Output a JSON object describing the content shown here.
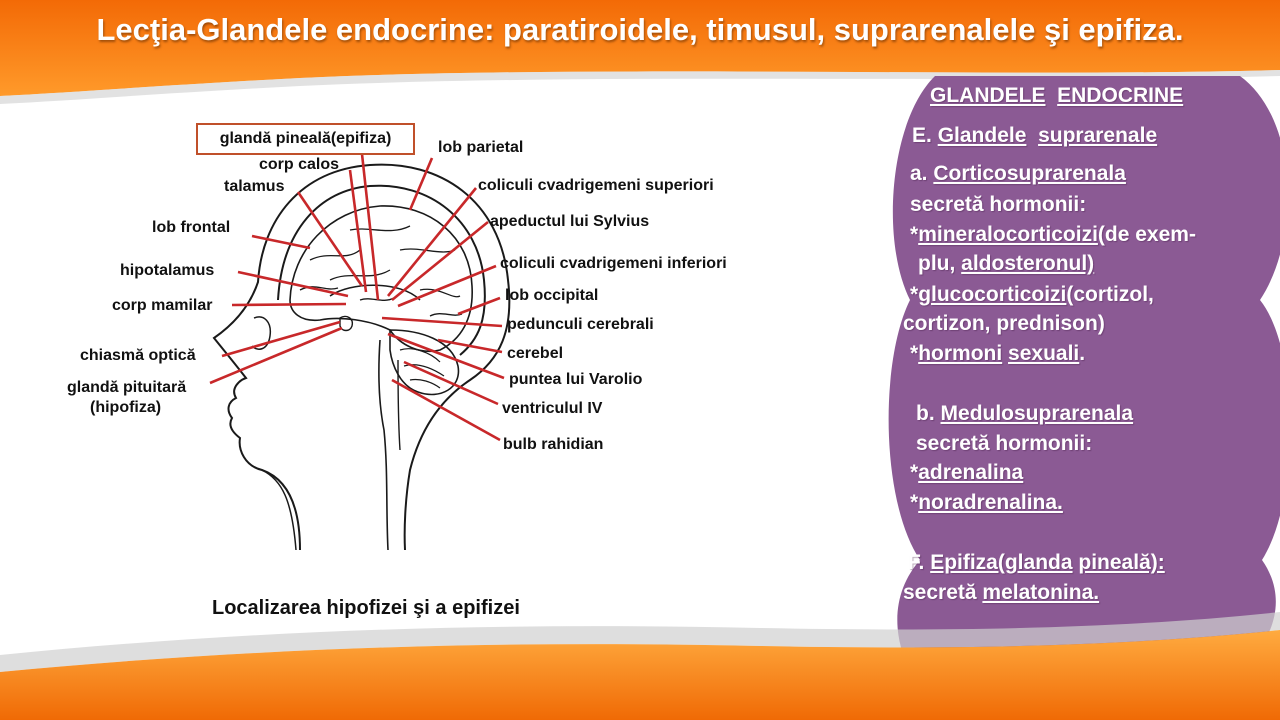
{
  "title": "Lecţia-Glandele endocrine: paratiroidele, timusul, suprarenalele şi epifiza.",
  "diagram": {
    "boxed_label": "glandă pineală(epifiza)",
    "labels": {
      "corp_calos": "corp calos",
      "talamus": "talamus",
      "lob_frontal": "lob frontal",
      "hipotalamus": "hipotalamus",
      "corp_mamilar": "corp mamilar",
      "chiasma_optica": "chiasmă optică",
      "glanda_pituitara": "glandă pituitară",
      "hipofiza": "(hipofiza)",
      "lob_parietal": "lob parietal",
      "coliculi_superiori": "coliculi cvadrigemeni superiori",
      "apeductul": "apeductul lui Sylvius",
      "coliculi_inferiori": "coliculi cvadrigemeni inferiori",
      "lob_occipital": "lob occipital",
      "pedunculi": "pedunculi cerebrali",
      "cerebel": "cerebel",
      "puntea": "puntea lui Varolio",
      "ventriculul": "ventriculul IV",
      "bulb": "bulb rahidian"
    },
    "caption": "Localizarea hipofizei şi a epifizei"
  },
  "panel": {
    "heading_a": "GLANDELE",
    "heading_b": "ENDOCRINE",
    "e_prefix": "E.",
    "e_w1": "Glandele",
    "e_w2": "suprarenale",
    "a_prefix": "a.",
    "a_title": "Corticosuprarenala",
    "secreta": "secretă hormonii:",
    "star": "*",
    "mineral": "mineralocorticoizi",
    "mineral_tail": "(de exem-",
    "plu": "plu,",
    "aldo": "aldosteronul)",
    "gluco": "glucocorticoizi",
    "gluco_tail": "(cortizol,",
    "cortizon": "cortizon, prednison)",
    "hormoni": "hormoni",
    "sexuali": "sexuali",
    "dot": ".",
    "b_prefix": "b.",
    "b_title": "Medulosuprarenala",
    "adrenalina": "adrenalina",
    "noradrenalina": "noradrenalina.",
    "f_prefix": "F.",
    "f_w1": "Epifiza(glanda",
    "f_w2": "pineală):",
    "secreta_short": "secretă",
    "melatonina": "melatonina."
  },
  "colors": {
    "orange": "#f47a0c",
    "orange_light": "#ffa53a",
    "panel_purple": "#8b5a94",
    "leader_red": "#c8282a",
    "box_border": "#c0502a"
  }
}
